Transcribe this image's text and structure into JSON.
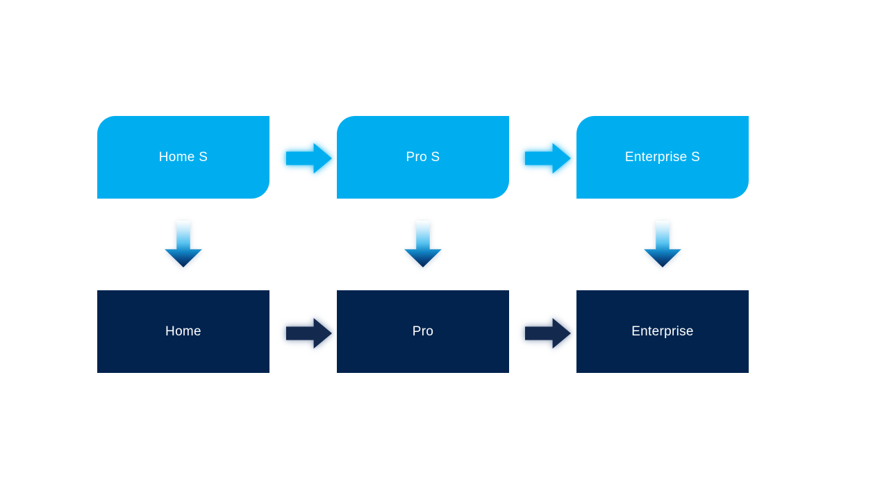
{
  "diagram": {
    "title": "edition-upgrade-flow",
    "background_color": "#FFFFFF",
    "colors": {
      "top_box_fill": "#00AEEF",
      "bottom_box_fill": "#02234E",
      "top_arrow_fill": "#00AEEF",
      "bottom_arrow_fill": "#14294E",
      "down_arrow_gradient_start": "#FFFFFF",
      "down_arrow_gradient_end": "#03234E",
      "label_text": "#FFFFFF"
    },
    "top_row": [
      {
        "label": "Home S"
      },
      {
        "label": "Pro S"
      },
      {
        "label": "Enterprise S"
      }
    ],
    "bottom_row": [
      {
        "label": "Home"
      },
      {
        "label": "Pro"
      },
      {
        "label": "Enterprise"
      }
    ],
    "edges": [
      {
        "from": "Home S",
        "to": "Pro S",
        "icon": "right-arrow-icon"
      },
      {
        "from": "Pro S",
        "to": "Enterprise S",
        "icon": "right-arrow-icon"
      },
      {
        "from": "Home",
        "to": "Pro",
        "icon": "right-arrow-icon"
      },
      {
        "from": "Pro",
        "to": "Enterprise",
        "icon": "right-arrow-icon"
      },
      {
        "from": "Home S",
        "to": "Home",
        "icon": "down-arrow-icon"
      },
      {
        "from": "Pro S",
        "to": "Pro",
        "icon": "down-arrow-icon"
      },
      {
        "from": "Enterprise S",
        "to": "Enterprise",
        "icon": "down-arrow-icon"
      }
    ]
  }
}
